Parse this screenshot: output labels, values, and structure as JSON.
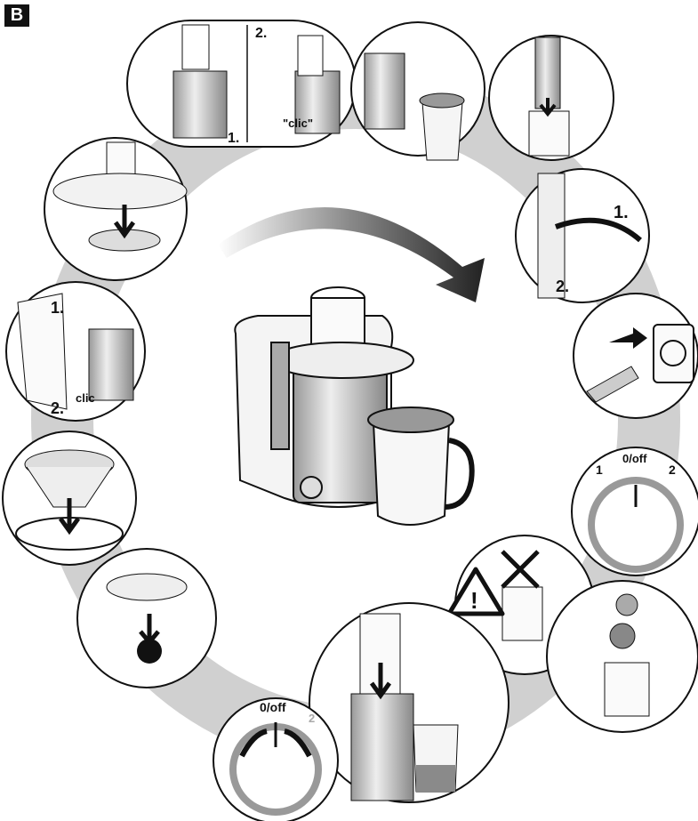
{
  "section_badge": "B",
  "steps": {
    "assemble_lid": {
      "step1": "1.",
      "step2": "2.",
      "click": "\"clic\""
    },
    "clamp": {
      "step1": "1.",
      "step2": "2."
    },
    "switch_on": {
      "off": "0/off",
      "speed1": "1",
      "speed2": "2"
    },
    "switch_off": {
      "off": "0/off",
      "speed2": "2"
    },
    "disassemble_lid": {
      "step1": "1.",
      "step2": "2.",
      "click": "clic"
    },
    "warning": {
      "symbol": "!"
    }
  },
  "colors": {
    "ink": "#111111",
    "band": "#cfcfcf",
    "metal": "#bdbdbd",
    "lightmetal": "#e6e6e6",
    "juice": "#8a8a8a"
  }
}
